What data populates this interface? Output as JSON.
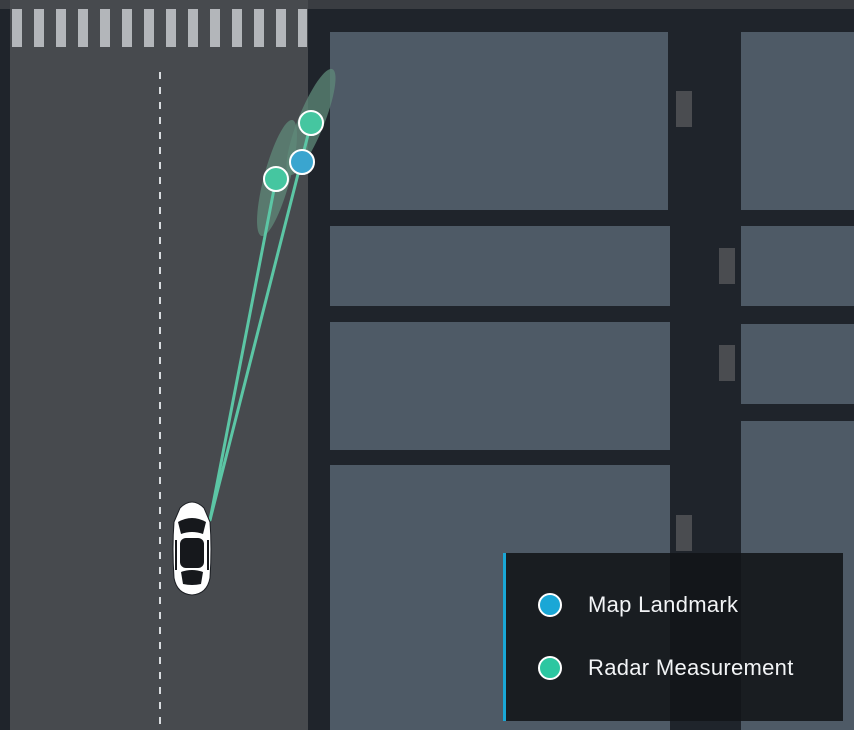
{
  "colors": {
    "map_landmark": "#1aa7d6",
    "radar_measurement": "#2cc7a1",
    "road": "#474a4e",
    "block": "#4e5a66",
    "background": "#1f242b"
  },
  "legend": {
    "items": [
      {
        "label": "Map Landmark",
        "color_key": "map_landmark"
      },
      {
        "label": "Radar Measurement",
        "color_key": "radar_measurement"
      }
    ]
  },
  "icons": {
    "vehicle": "car-topdown-icon",
    "landmark": "map-landmark-marker",
    "measurement": "radar-measurement-marker"
  }
}
